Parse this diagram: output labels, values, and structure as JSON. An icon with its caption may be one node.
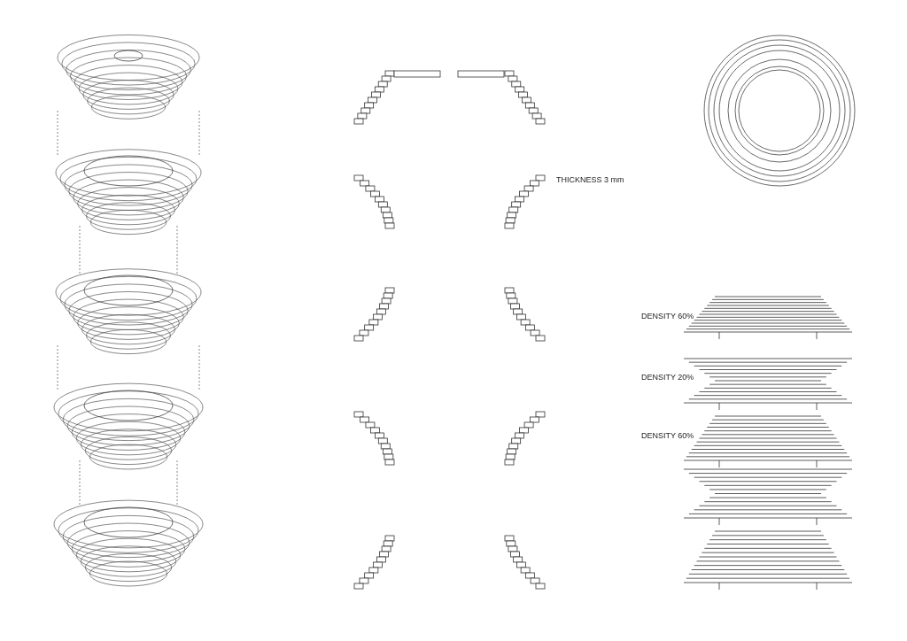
{
  "diagram": {
    "labels": [
      "THICKNESS 3 mm",
      "DENSITY 60%",
      "DENSITY 20%",
      "DENSITY 60%"
    ]
  }
}
